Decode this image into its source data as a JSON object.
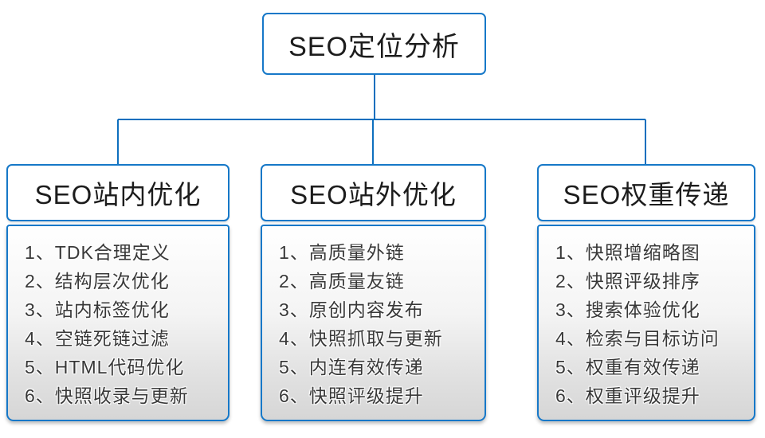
{
  "diagram": {
    "title": "SEO定位分析",
    "type": "tree",
    "colors": {
      "node_border_blue": "#1678c8",
      "connector_blue": "#0e6fbe",
      "header_bg": "#ffffff",
      "list_bg_top": "#ffffff",
      "list_bg_bottom": "#d6d6d6",
      "text_dark": "#1c1c1c"
    },
    "root": {
      "label": "SEO定位分析"
    },
    "columns": [
      {
        "title": "SEO站内优化",
        "items": [
          "1、TDK合理定义",
          "2、结构层次优化",
          "3、站内标签优化",
          "4、空链死链过滤",
          "5、HTML代码优化",
          "6、快照收录与更新"
        ]
      },
      {
        "title": "SEO站外优化",
        "items": [
          "1、高质量外链",
          "2、高质量友链",
          "3、原创内容发布",
          "4、快照抓取与更新",
          "5、内连有效传递",
          "6、快照评级提升"
        ]
      },
      {
        "title": "SEO权重传递",
        "items": [
          "1、快照增缩略图",
          "2、快照评级排序",
          "3、搜索体验优化",
          "4、检索与目标访问",
          "5、权重有效传递",
          "6、权重评级提升"
        ]
      }
    ]
  }
}
